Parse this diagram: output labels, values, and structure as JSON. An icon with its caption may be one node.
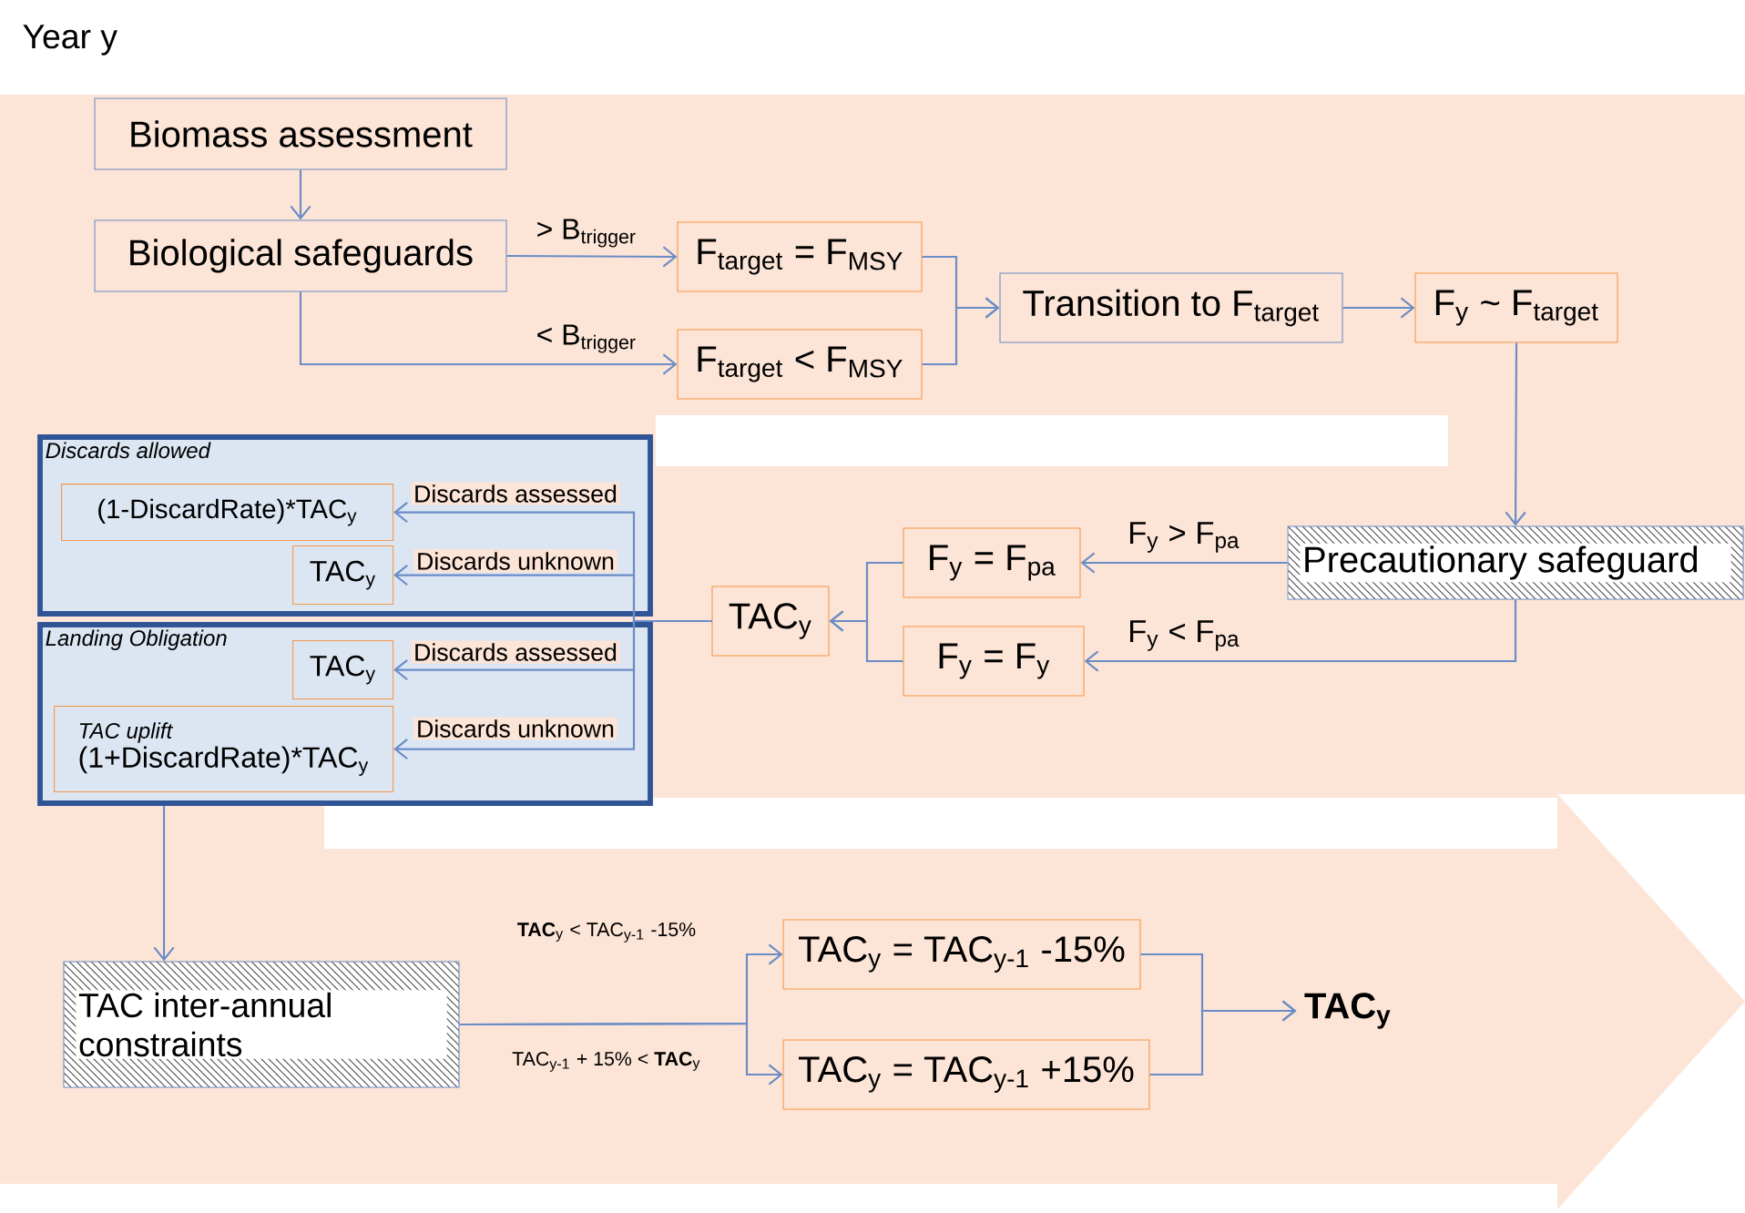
{
  "diagram": {
    "title": "Year y",
    "nodes": [
      {
        "text": [
          "Biomass assessment"
        ]
      },
      {
        "text": [
          "Biological safeguards"
        ]
      },
      {
        "text": [
          "F$_{target}$ = F$_{MSY}$"
        ]
      },
      {
        "text": [
          "F$_{target}$ < F$_{MSY}$"
        ]
      },
      {
        "text": [
          "Transition to F$_{target}$"
        ]
      },
      {
        "text": [
          "F$_{y}$ ~ F$_{target}$"
        ]
      },
      {
        "text": [
          "Precautionary safeguard"
        ]
      },
      {
        "text": [
          "F$_{y}$ = F$_{pa}$"
        ]
      },
      {
        "text": [
          "F$_{y}$ = F$_{y}$"
        ]
      },
      {
        "text": [
          "TAC$_{y}$"
        ]
      },
      {
        "text": [
          "Discards allowed"
        ]
      },
      {
        "text": [
          "(1-DiscardRate)*TAC$_{y}$"
        ],
        "in": 10
      },
      {
        "text": [
          "TAC$_{y}$"
        ],
        "in": 10
      },
      {
        "text": [
          "Landing Obligation"
        ]
      },
      {
        "text": [
          "TAC$_{y}$"
        ],
        "in": 13
      },
      {
        "text": [
          "TAC uplift",
          "(1+DiscardRate)*TAC$_{y}$"
        ],
        "in": 13
      },
      {
        "text": [
          "TAC inter-annual constraints"
        ]
      },
      {
        "text": [
          "TAC$_{y}$ = TAC$_{y-1}$ -15%"
        ]
      },
      {
        "text": [
          "TAC$_{y}$ = TAC$_{y-1}$ +15%"
        ]
      },
      {
        "text": [
          "TAC$_{y}$"
        ]
      }
    ],
    "edges": [
      {
        "from": 0,
        "to": 1,
        "arrow": "to"
      },
      {
        "from": 1,
        "to": 2,
        "arrow": "to",
        "label": "> B$_{trigger}$"
      },
      {
        "from": 1,
        "to": 3,
        "arrow": "to",
        "label": "< B$_{trigger}$"
      },
      {
        "from": 2,
        "to": 4,
        "arrow": "to"
      },
      {
        "from": 3,
        "to": 4,
        "arrow": "to"
      },
      {
        "from": 4,
        "to": 5,
        "arrow": "to"
      },
      {
        "from": 5,
        "to": 6,
        "arrow": "to"
      },
      {
        "from": 6,
        "to": 7,
        "arrow": "to",
        "label": "F$_{y}$ > F$_{pa}$"
      },
      {
        "from": 6,
        "to": 8,
        "arrow": "to",
        "label": "F$_{y}$ < F$_{pa}$"
      },
      {
        "from": 7,
        "to": 9,
        "arrow": "to"
      },
      {
        "from": 8,
        "to": 9,
        "arrow": "to"
      },
      {
        "from": 9,
        "to": 11,
        "arrow": "to",
        "label": "Discards assessed"
      },
      {
        "from": 9,
        "to": 12,
        "arrow": "to",
        "label": "Discards unknown"
      },
      {
        "from": 9,
        "to": 14,
        "arrow": "to",
        "label": "Discards assessed"
      },
      {
        "from": 9,
        "to": 15,
        "arrow": "to",
        "label": "Discards unknown"
      },
      {
        "from": 13,
        "to": 16,
        "arrow": "to"
      },
      {
        "from": 16,
        "to": 17,
        "arrow": "to",
        "label": "**TAC**$_{y}$ < TAC$_{y-1}$ -15%"
      },
      {
        "from": 16,
        "to": 18,
        "arrow": "to",
        "label": "TAC$_{y-1}$ + 15% < **TAC**$_{y}$"
      },
      {
        "from": 17,
        "to": 19,
        "arrow": "to"
      },
      {
        "from": 18,
        "to": 19,
        "arrow": "to"
      }
    ]
  }
}
